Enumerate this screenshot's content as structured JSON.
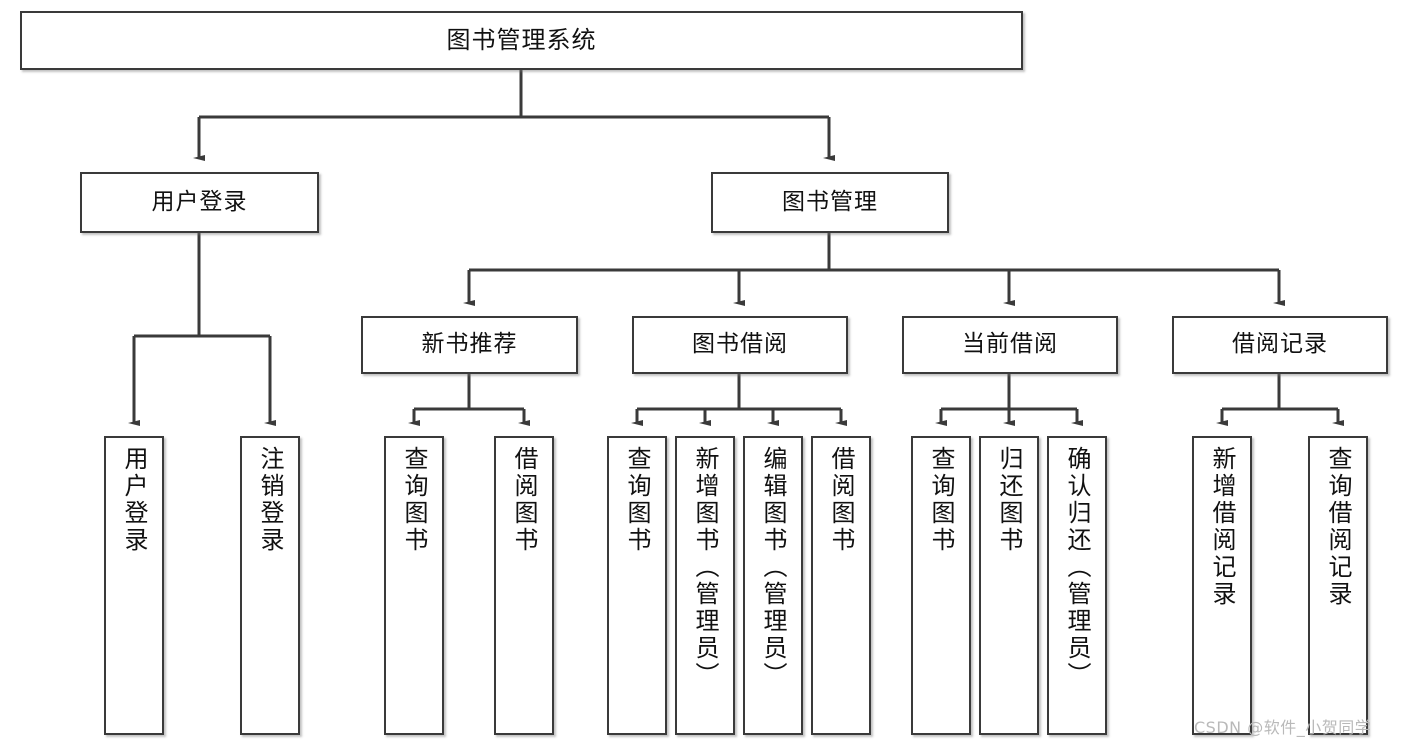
{
  "diagram": {
    "type": "tree-hierarchy-flowchart",
    "title": "图书管理系统",
    "orientation": "top-down",
    "background_color": "#ffffff",
    "box_border_color": "#3a3a3a",
    "connector_color": "#3a3a3a",
    "nodes": {
      "root": {
        "label": "图书管理系统",
        "level": 1,
        "text_direction": "horizontal"
      },
      "user_login": {
        "label": "用户登录",
        "level": 2,
        "text_direction": "horizontal"
      },
      "book_manage": {
        "label": "图书管理",
        "level": 2,
        "text_direction": "horizontal"
      },
      "new_book_rec": {
        "label": "新书推荐",
        "level": 3,
        "text_direction": "horizontal"
      },
      "book_borrow": {
        "label": "图书借阅",
        "level": 3,
        "text_direction": "horizontal"
      },
      "current_borrow": {
        "label": "当前借阅",
        "level": 3,
        "text_direction": "horizontal"
      },
      "borrow_record": {
        "label": "借阅记录",
        "level": 3,
        "text_direction": "horizontal"
      },
      "leaf_user_login": {
        "label": "用户登录",
        "level": 4,
        "text_direction": "vertical"
      },
      "leaf_logout": {
        "label": "注销登录",
        "level": 4,
        "text_direction": "vertical"
      },
      "leaf_query_book_1": {
        "label": "查询图书",
        "level": 4,
        "text_direction": "vertical"
      },
      "leaf_borrow_book_1": {
        "label": "借阅图书",
        "level": 4,
        "text_direction": "vertical"
      },
      "leaf_query_book_2": {
        "label": "查询图书",
        "level": 4,
        "text_direction": "vertical"
      },
      "leaf_add_book": {
        "label": "新增图书（管理员）",
        "level": 4,
        "text_direction": "vertical"
      },
      "leaf_edit_book": {
        "label": "编辑图书（管理员）",
        "level": 4,
        "text_direction": "vertical"
      },
      "leaf_borrow_book_2": {
        "label": "借阅图书",
        "level": 4,
        "text_direction": "vertical"
      },
      "leaf_query_book_3": {
        "label": "查询图书",
        "level": 4,
        "text_direction": "vertical"
      },
      "leaf_return_book": {
        "label": "归还图书",
        "level": 4,
        "text_direction": "vertical"
      },
      "leaf_confirm_return": {
        "label": "确认归还（管理员）",
        "level": 4,
        "text_direction": "vertical"
      },
      "leaf_add_record": {
        "label": "新增借阅记录",
        "level": 4,
        "text_direction": "vertical"
      },
      "leaf_query_record": {
        "label": "查询借阅记录",
        "level": 4,
        "text_direction": "vertical"
      }
    },
    "edges": [
      {
        "from": "root",
        "to": "user_login"
      },
      {
        "from": "root",
        "to": "book_manage"
      },
      {
        "from": "user_login",
        "to": "leaf_user_login"
      },
      {
        "from": "user_login",
        "to": "leaf_logout"
      },
      {
        "from": "book_manage",
        "to": "new_book_rec"
      },
      {
        "from": "book_manage",
        "to": "book_borrow"
      },
      {
        "from": "book_manage",
        "to": "current_borrow"
      },
      {
        "from": "book_manage",
        "to": "borrow_record"
      },
      {
        "from": "new_book_rec",
        "to": "leaf_query_book_1"
      },
      {
        "from": "new_book_rec",
        "to": "leaf_borrow_book_1"
      },
      {
        "from": "book_borrow",
        "to": "leaf_query_book_2"
      },
      {
        "from": "book_borrow",
        "to": "leaf_add_book"
      },
      {
        "from": "book_borrow",
        "to": "leaf_edit_book"
      },
      {
        "from": "book_borrow",
        "to": "leaf_borrow_book_2"
      },
      {
        "from": "current_borrow",
        "to": "leaf_query_book_3"
      },
      {
        "from": "current_borrow",
        "to": "leaf_return_book"
      },
      {
        "from": "current_borrow",
        "to": "leaf_confirm_return"
      },
      {
        "from": "borrow_record",
        "to": "leaf_add_record"
      },
      {
        "from": "borrow_record",
        "to": "leaf_query_record"
      }
    ]
  },
  "watermark": {
    "text": "CSDN @软件_小贺同学"
  }
}
